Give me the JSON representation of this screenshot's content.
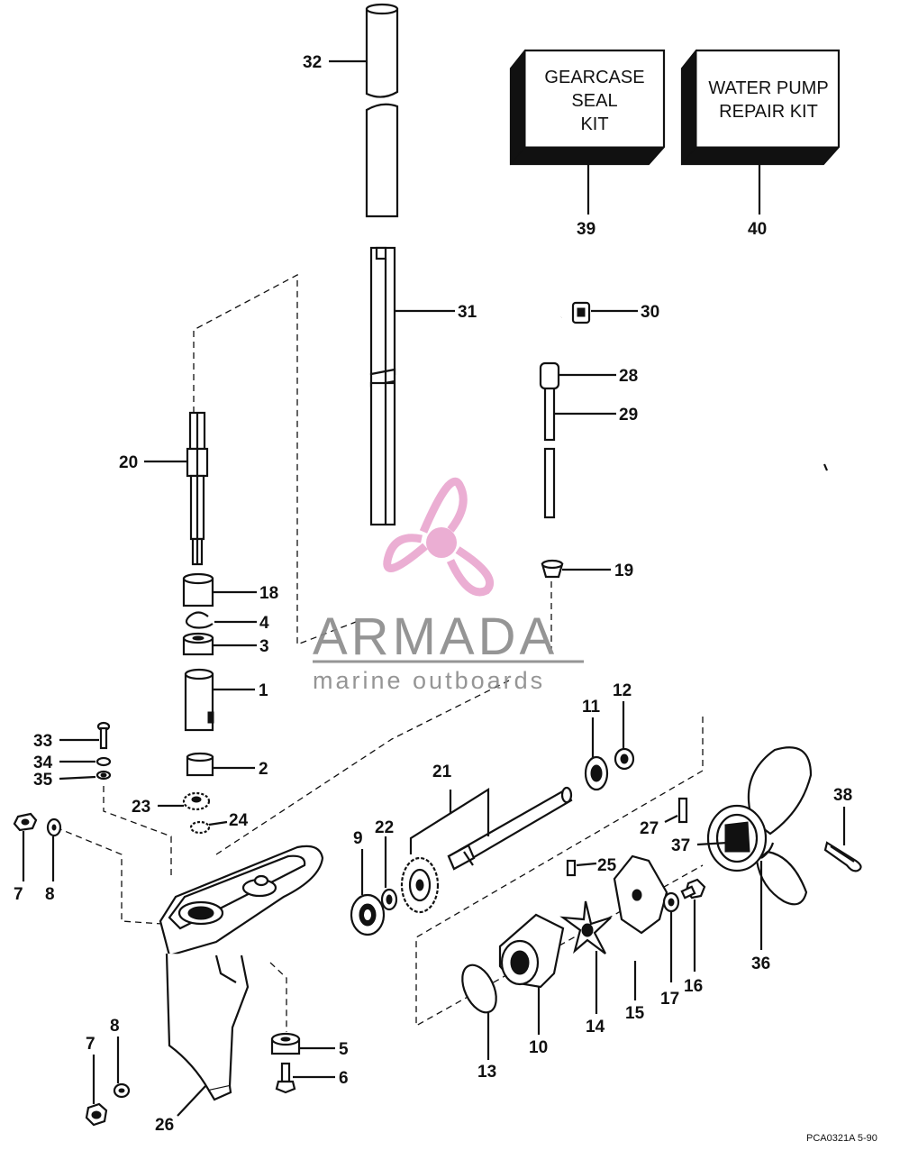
{
  "kits": {
    "seal_kit": [
      "GEARCASE",
      "SEAL",
      "KIT"
    ],
    "pump_kit": [
      "WATER PUMP",
      "REPAIR KIT"
    ]
  },
  "callouts": {
    "c1": "1",
    "c2": "2",
    "c3": "3",
    "c4": "4",
    "c5": "5",
    "c6": "6",
    "c7a": "7",
    "c7b": "7",
    "c8a": "8",
    "c8b": "8",
    "c9": "9",
    "c10": "10",
    "c11": "11",
    "c12": "12",
    "c13": "13",
    "c14": "14",
    "c15": "15",
    "c16": "16",
    "c17": "17",
    "c18": "18",
    "c19": "19",
    "c20": "20",
    "c21": "21",
    "c22": "22",
    "c23": "23",
    "c24": "24",
    "c25": "25",
    "c26": "26",
    "c27": "27",
    "c28": "28",
    "c29": "29",
    "c30": "30",
    "c31": "31",
    "c32": "32",
    "c33": "33",
    "c34": "34",
    "c35": "35",
    "c36": "36",
    "c37": "37",
    "c38": "38",
    "c39": "39",
    "c40": "40"
  },
  "watermark": {
    "brand": "ARMADA",
    "tagline": "marine outboards",
    "colors": {
      "propeller": "#e9a6cf",
      "hub": "#e9a6cf",
      "text": "#8a8a8a"
    }
  },
  "figure_code": "PCA0321A  5-90"
}
